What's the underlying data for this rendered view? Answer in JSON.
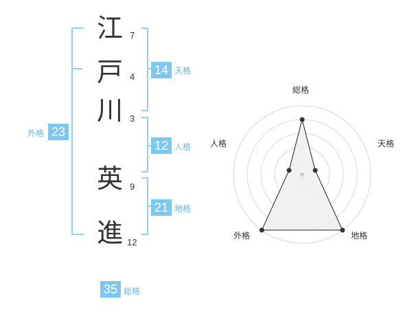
{
  "name": {
    "chars": [
      {
        "char": "江",
        "strokes": "7"
      },
      {
        "char": "戸",
        "strokes": "4"
      },
      {
        "char": "川",
        "strokes": "3"
      },
      {
        "char": "英",
        "strokes": "9"
      },
      {
        "char": "進",
        "strokes": "12"
      }
    ]
  },
  "fortune": {
    "tenkaku": {
      "value": "14",
      "label": "天格"
    },
    "jinkaku": {
      "value": "12",
      "label": "人格"
    },
    "chikaku": {
      "value": "21",
      "label": "地格"
    },
    "gaikaku": {
      "value": "23",
      "label": "外格"
    },
    "soukaku": {
      "value": "35",
      "label": "総格"
    }
  },
  "chart_data": {
    "type": "radar",
    "axes": [
      "総格",
      "天格",
      "地格",
      "外格",
      "人格"
    ],
    "values": [
      4,
      1,
      5,
      5,
      1
    ],
    "range": [
      0,
      5
    ],
    "rings": 5,
    "colors": {
      "fill": "#eeeeee",
      "line": "#222222",
      "point": "#333333",
      "grid": "#d8d8d8"
    }
  },
  "colors": {
    "accent": "#7ec8f0",
    "accent_text": "#6fb8e6",
    "text": "#333333"
  }
}
